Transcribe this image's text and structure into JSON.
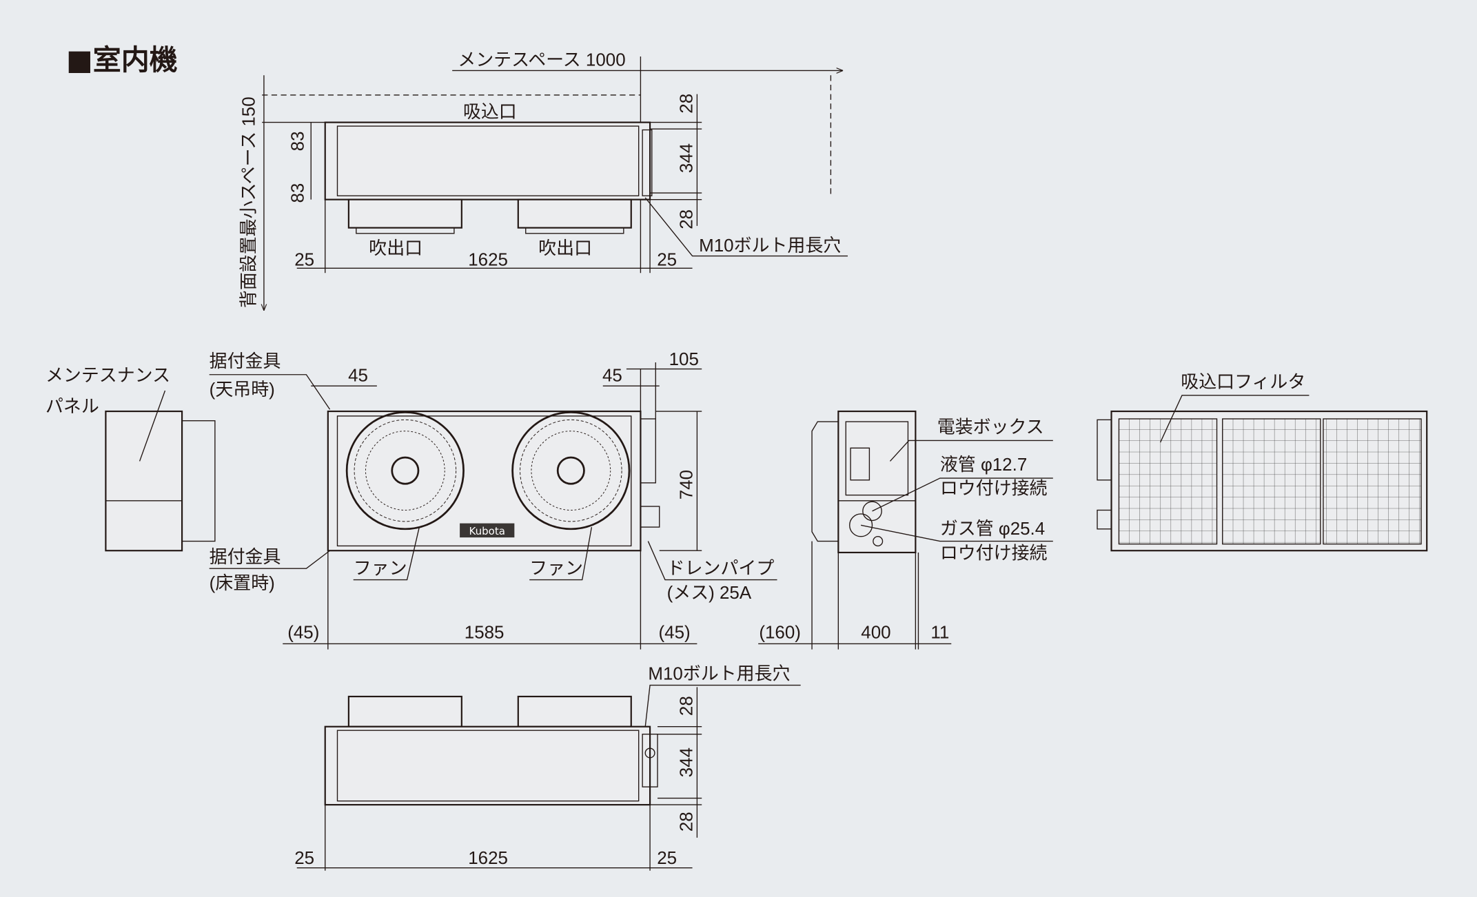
{
  "title": "■室内機",
  "top_view": {
    "maint_space": "メンテスペース 1000",
    "rear_space": "背面設置最小スペース 150",
    "intake": "吸込口",
    "outlet_left": "吹出口",
    "outlet_right": "吹出口",
    "dim_83_a": "83",
    "dim_83_b": "83",
    "dim_28_top": "28",
    "dim_344": "344",
    "dim_28_bottom": "28",
    "dim_25_left": "25",
    "dim_1625": "1625",
    "dim_25_right": "25",
    "bolt_hole": "M10ボルト用長穴"
  },
  "front_view": {
    "maint_panel_1": "メンテスナンス",
    "maint_panel_2": "パネル",
    "bracket_ceiling_1": "据付金具",
    "bracket_ceiling_2": "(天吊時)",
    "bracket_floor_1": "据付金具",
    "bracket_floor_2": "(床置時)",
    "dim_45_left": "45",
    "dim_45_right": "45",
    "dim_105": "105",
    "dim_740": "740",
    "fan_left": "ファン",
    "fan_right": "ファン",
    "drain_1": "ドレンパイプ",
    "drain_2": "(メス) 25A",
    "logo": "Kubota",
    "dim_45p_left": "(45)",
    "dim_1585": "1585",
    "dim_45p_right": "(45)"
  },
  "side_view": {
    "elec_box": "電装ボックス",
    "liquid_pipe": "液管 φ12.7",
    "liquid_conn": "ロウ付け接続",
    "gas_pipe": "ガス管 φ25.4",
    "gas_conn": "ロウ付け接続",
    "dim_160": "(160)",
    "dim_400": "400",
    "dim_11": "11"
  },
  "filter_view": {
    "filter": "吸込口フィルタ"
  },
  "bottom_view": {
    "bolt_hole": "M10ボルト用長穴",
    "dim_28_top": "28",
    "dim_344": "344",
    "dim_28_bottom": "28",
    "dim_25_left": "25",
    "dim_1625": "1625",
    "dim_25_right": "25"
  }
}
